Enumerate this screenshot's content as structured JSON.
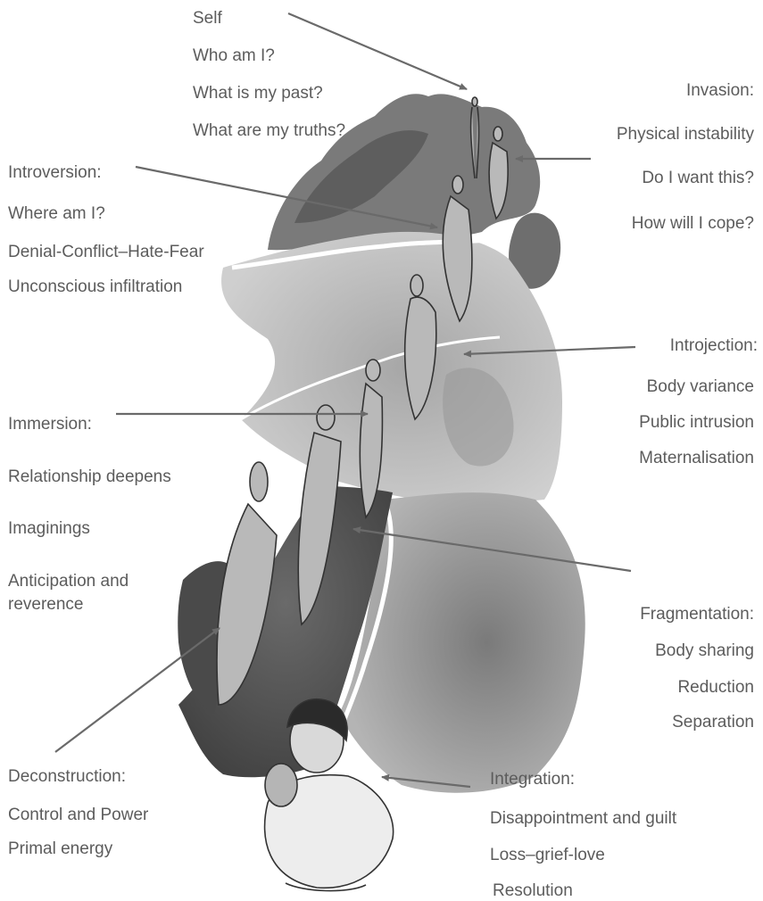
{
  "stages": {
    "self": {
      "heading": "Self",
      "lines": [
        "Who am I?",
        "What is my past?",
        "What are my truths?"
      ]
    },
    "invasion": {
      "heading": "Invasion:",
      "lines": [
        "Physical instability",
        "Do I want this?",
        "How will I cope?"
      ]
    },
    "introversion": {
      "heading": "Introversion:",
      "lines": [
        "Where am I?",
        "Denial-Conflict–Hate-Fear",
        "Unconscious infiltration"
      ]
    },
    "introjection": {
      "heading": "Introjection:",
      "lines": [
        "Body variance",
        "Public intrusion",
        "Maternalisation"
      ]
    },
    "immersion": {
      "heading": "Immersion:",
      "lines": [
        "Relationship deepens",
        "Imaginings",
        "Anticipation and",
        "reverence"
      ]
    },
    "fragmentation": {
      "heading": "Fragmentation:",
      "lines": [
        "Body sharing",
        "Reduction",
        "Separation"
      ]
    },
    "deconstruction": {
      "heading": "Deconstruction:",
      "lines": [
        "Control and Power",
        "Primal energy"
      ]
    },
    "integration": {
      "heading": "Integration:",
      "lines": [
        "Disappointment and guilt",
        "Loss–grief-love",
        "Resolution"
      ]
    }
  },
  "colors": {
    "text": "#5c5c5c",
    "arrow": "#6a6a6a",
    "dark_band": "#4a4a4a",
    "mid_band": "#8c8c8c",
    "light_band": "#bcbcbc"
  }
}
